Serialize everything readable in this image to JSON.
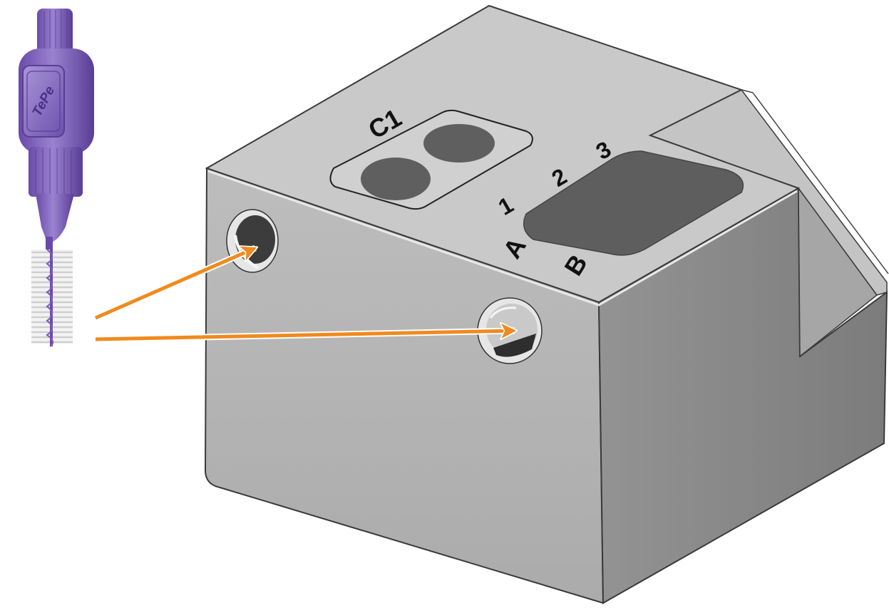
{
  "brush": {
    "brand_text": "TePe"
  },
  "block": {
    "label_c1": "C1",
    "label_1": "1",
    "label_2": "2",
    "label_3": "3",
    "label_a": "A",
    "label_b": "B"
  },
  "colors": {
    "arrow": "#f08a1e",
    "brush_purple": "#7d5cb8",
    "brush_dark": "#5a3d96",
    "block_top": "#c8c8c8",
    "block_left": "#b4b4b4",
    "block_right": "#8a8a8a",
    "recess": "#5f5f5f"
  }
}
